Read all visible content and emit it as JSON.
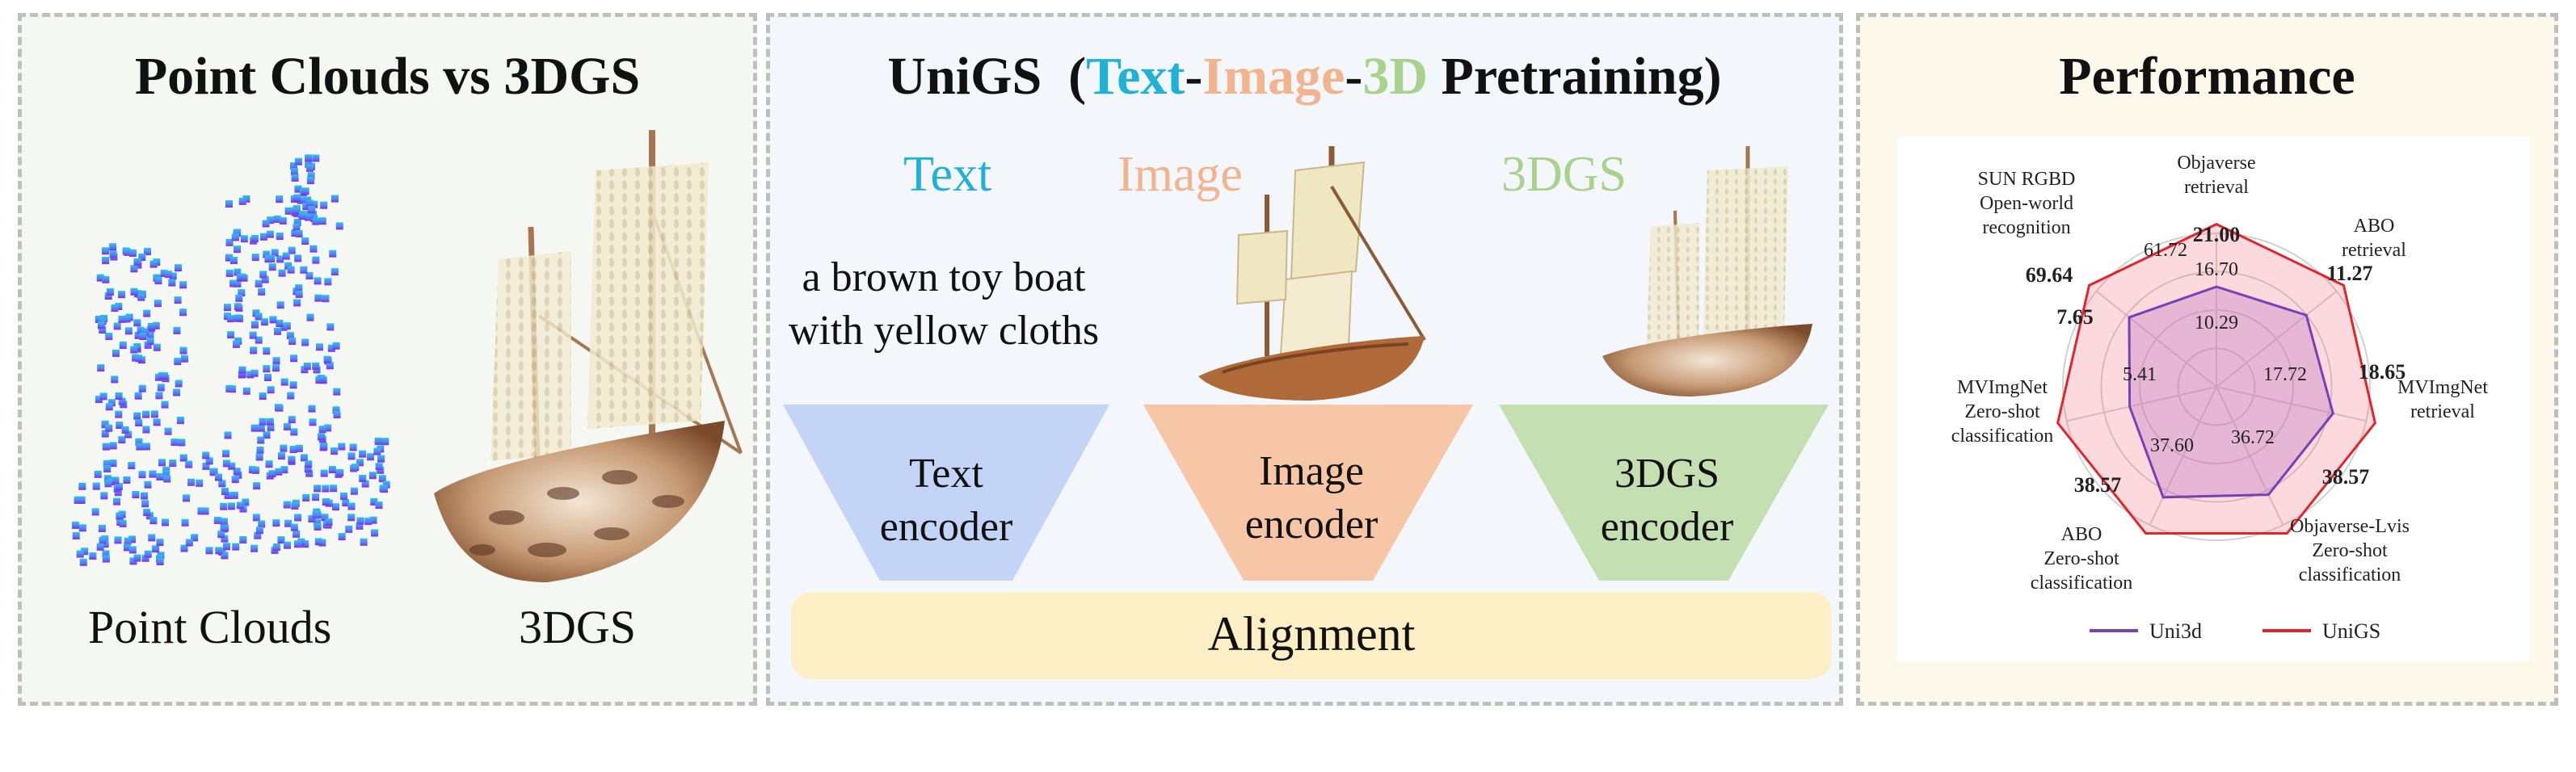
{
  "left_panel": {
    "title": "Point Clouds vs 3DGS",
    "caption_point_clouds": "Point Clouds",
    "caption_3dgs": "3DGS"
  },
  "middle_panel": {
    "title_main": "UniGS",
    "title_paren_open": "(",
    "title_text": "Text",
    "title_dash1": "-",
    "title_image": "Image",
    "title_dash2": "-",
    "title_3d": "3D",
    "title_rest": "Pretraining)",
    "modality_text": "Text",
    "modality_image": "Image",
    "modality_3dgs": "3DGS",
    "description_line1": "a brown toy boat",
    "description_line2": "with yellow cloths",
    "encoders": [
      {
        "line1": "Text",
        "line2": "encoder",
        "color": "#c3d4f6"
      },
      {
        "line1": "Image",
        "line2": "encoder",
        "color": "#f7c6a6"
      },
      {
        "line1": "3DGS",
        "line2": "encoder",
        "color": "#c4dfb1"
      }
    ],
    "alignment": "Alignment",
    "colors": {
      "text": "#22b1d6",
      "image": "#f0b48e",
      "threedgs": "#a9d38d"
    }
  },
  "right_panel": {
    "title": "Performance",
    "chart_data": {
      "type": "radar",
      "axes": [
        {
          "label": [
            "Objaverse",
            "retrieval"
          ],
          "uni3d": 16.7,
          "unigs": 21.0
        },
        {
          "label": [
            "ABO",
            "retrieval"
          ],
          "uni3d": 10.29,
          "unigs": 11.27
        },
        {
          "label": [
            "MVImgNet",
            "retrieval"
          ],
          "uni3d": 17.72,
          "unigs": 18.65
        },
        {
          "label": [
            "Objaverse-Lvis",
            "Zero-shot",
            "classification"
          ],
          "uni3d": 36.72,
          "unigs": 38.57
        },
        {
          "label": [
            "ABO",
            "Zero-shot",
            "classification"
          ],
          "uni3d": 37.6,
          "unigs": 38.57
        },
        {
          "label": [
            "MVImgNet",
            "Zero-shot",
            "classification"
          ],
          "uni3d": 5.41,
          "unigs": 7.65
        },
        {
          "label": [
            "SUN RGBD",
            "Open-world",
            "recognition"
          ],
          "uni3d": 61.72,
          "unigs": 69.64
        }
      ],
      "uni3d_labels": [
        "16.70",
        "10.29",
        "17.72",
        "36.72",
        "37.60",
        "5.41",
        "61.72"
      ],
      "unigs_labels": [
        "21.00",
        "11.27",
        "18.65",
        "38.57",
        "38.57",
        "7.65",
        "69.64"
      ],
      "series": [
        {
          "name": "Uni3d",
          "color": "#7a3fb4"
        },
        {
          "name": "UniGS",
          "color": "#e0262b"
        }
      ]
    }
  }
}
